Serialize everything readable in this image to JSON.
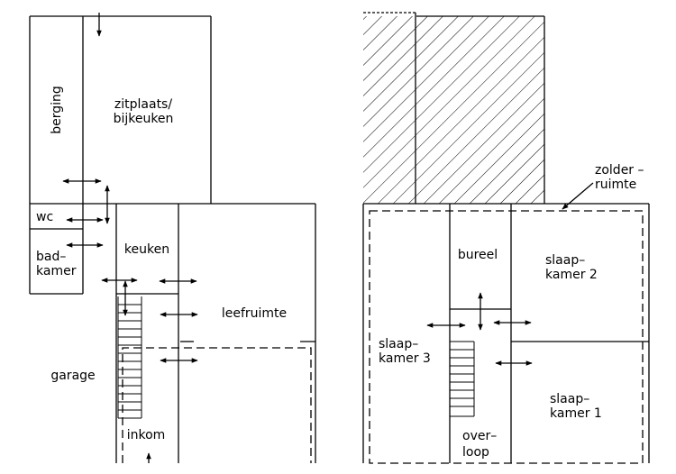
{
  "ground_floor": {
    "labels": {
      "berging": "berging",
      "zitplaats_1": "zitplaats/",
      "zitplaats_2": "bijkeuken",
      "wc": "wc",
      "badkamer_1": "bad–",
      "badkamer_2": "kamer",
      "keuken": "keuken",
      "leefruimte": "leefruimte",
      "garage": "garage",
      "inkom": "inkom"
    }
  },
  "upper_floor": {
    "labels": {
      "zolder_1": "zolder  –",
      "zolder_2": "ruimte",
      "bureel": "bureel",
      "slaapkamer2_1": "slaap–",
      "slaapkamer2_2": "kamer  2",
      "slaapkamer3_1": "slaap–",
      "slaapkamer3_2": "kamer  3",
      "slaapkamer1_1": "slaap–",
      "slaapkamer1_2": "kamer  1",
      "overloop_1": "over–",
      "overloop_2": "loop"
    }
  }
}
